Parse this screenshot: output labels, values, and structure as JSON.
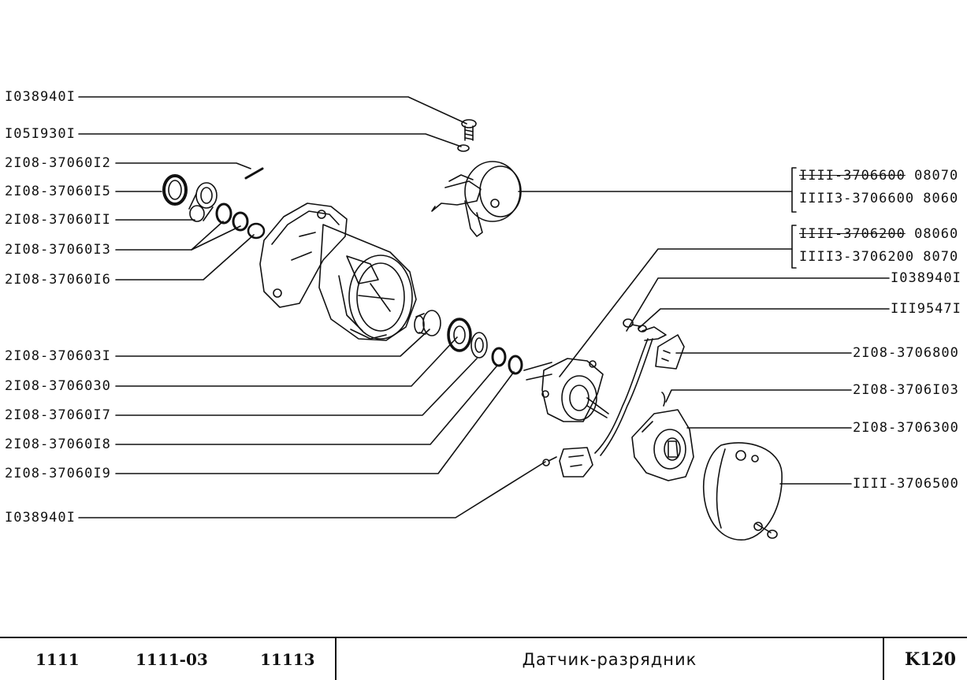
{
  "labels": {
    "l1": "I038940I",
    "l2": "I05I930I",
    "l3": "2I08-37060I2",
    "l4": "2I08-37060I5",
    "l5": "2I08-37060II",
    "l6": "2I08-37060I3",
    "l7": "2I08-37060I6",
    "l8": "2I08-370603I",
    "l9": "2I08-3706030",
    "l10": "2I08-37060I7",
    "l11": "2I08-37060I8",
    "l12": "2I08-37060I9",
    "l13": "I038940I",
    "r1a_part": "IIII-3706600",
    "r1a_suffix": "08070",
    "r1b": "IIII3-3706600 8060",
    "r2a_part": "IIII-3706200",
    "r2a_suffix": "08060",
    "r2b": "IIII3-3706200 8070",
    "r3": "I038940I",
    "r4": "III9547I",
    "r5": "2I08-3706800",
    "r6": "2I08-3706I03",
    "r7": "2I08-3706300",
    "r8": "IIII-3706500"
  },
  "footer": {
    "model1": "1111",
    "model2": "1111-03",
    "model3": "11113",
    "title": "Датчик-разрядник",
    "page": "K120"
  }
}
